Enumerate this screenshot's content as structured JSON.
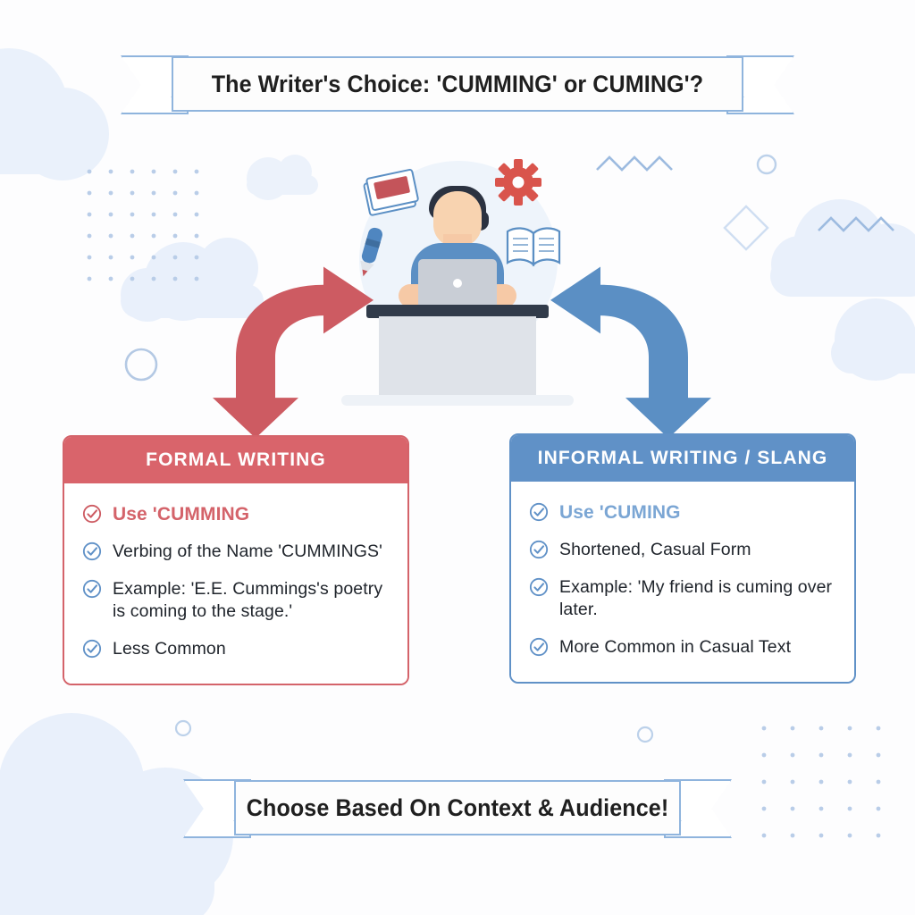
{
  "banners": {
    "top": {
      "text": "The Writer's Choice: 'CUMMING' or CUMING'?",
      "name": "title-banner"
    },
    "bottom": {
      "text": "Choose Based On Context & Audience!",
      "name": "conclusion-banner"
    }
  },
  "illustration": {
    "name": "writer-at-desk-illustration",
    "floating_icons": [
      {
        "name": "photo-card-icon",
        "color": "#c4545a"
      },
      {
        "name": "gear-icon",
        "color": "#d9544c"
      },
      {
        "name": "pen-icon",
        "color": "#5b8fc4"
      },
      {
        "name": "open-book-icon",
        "color": "#5b8fc4"
      }
    ],
    "person": {
      "shirt_color": "#5b8fc4",
      "hair_color": "#2b3240",
      "skin_color": "#f8d3b0"
    },
    "desk_color": "#313b4a",
    "laptop_color": "#c9ced6"
  },
  "arrows": {
    "left": {
      "name": "curved-arrow-to-formal",
      "color": "#cd5b62"
    },
    "right": {
      "name": "curved-arrow-to-informal",
      "color": "#5b8fc4"
    }
  },
  "cards": [
    {
      "id": "formal",
      "title": "FORMAL WRITING",
      "accent_color": "#d4636a",
      "header_color": "#d9646b",
      "bullets": [
        {
          "text": "Use 'CUMMING",
          "accent": true,
          "check_color": "#cd5b62"
        },
        {
          "text": "Verbing of the Name 'CUMMINGS'",
          "accent": false,
          "check_color": "#6091c7"
        },
        {
          "text": "Example: 'E.E. Cummings's poetry is coming to the stage.'",
          "accent": false,
          "check_color": "#6091c7"
        },
        {
          "text": "Less Common",
          "accent": false,
          "check_color": "#6091c7"
        }
      ]
    },
    {
      "id": "informal",
      "title": "INFORMAL WRITING / SLANG",
      "accent_color": "#7ba6d4",
      "header_color": "#6091c7",
      "bullets": [
        {
          "text": "Use 'CUMING",
          "accent": true,
          "check_color": "#6091c7"
        },
        {
          "text": "Shortened, Casual Form",
          "accent": false,
          "check_color": "#6091c7"
        },
        {
          "text": "Example: 'My friend is cuming over later.",
          "accent": false,
          "check_color": "#6091c7"
        },
        {
          "text": "More Common in Casual Text",
          "accent": false,
          "check_color": "#6091c7"
        }
      ]
    }
  ],
  "theme": {
    "background": "#fdfdfe",
    "cloud_color": "#e8f0fb",
    "dot_color": "#b9cde8",
    "ribbon_border": "#8fb4dd",
    "red": "#d4636a",
    "blue": "#5b8fc4"
  }
}
